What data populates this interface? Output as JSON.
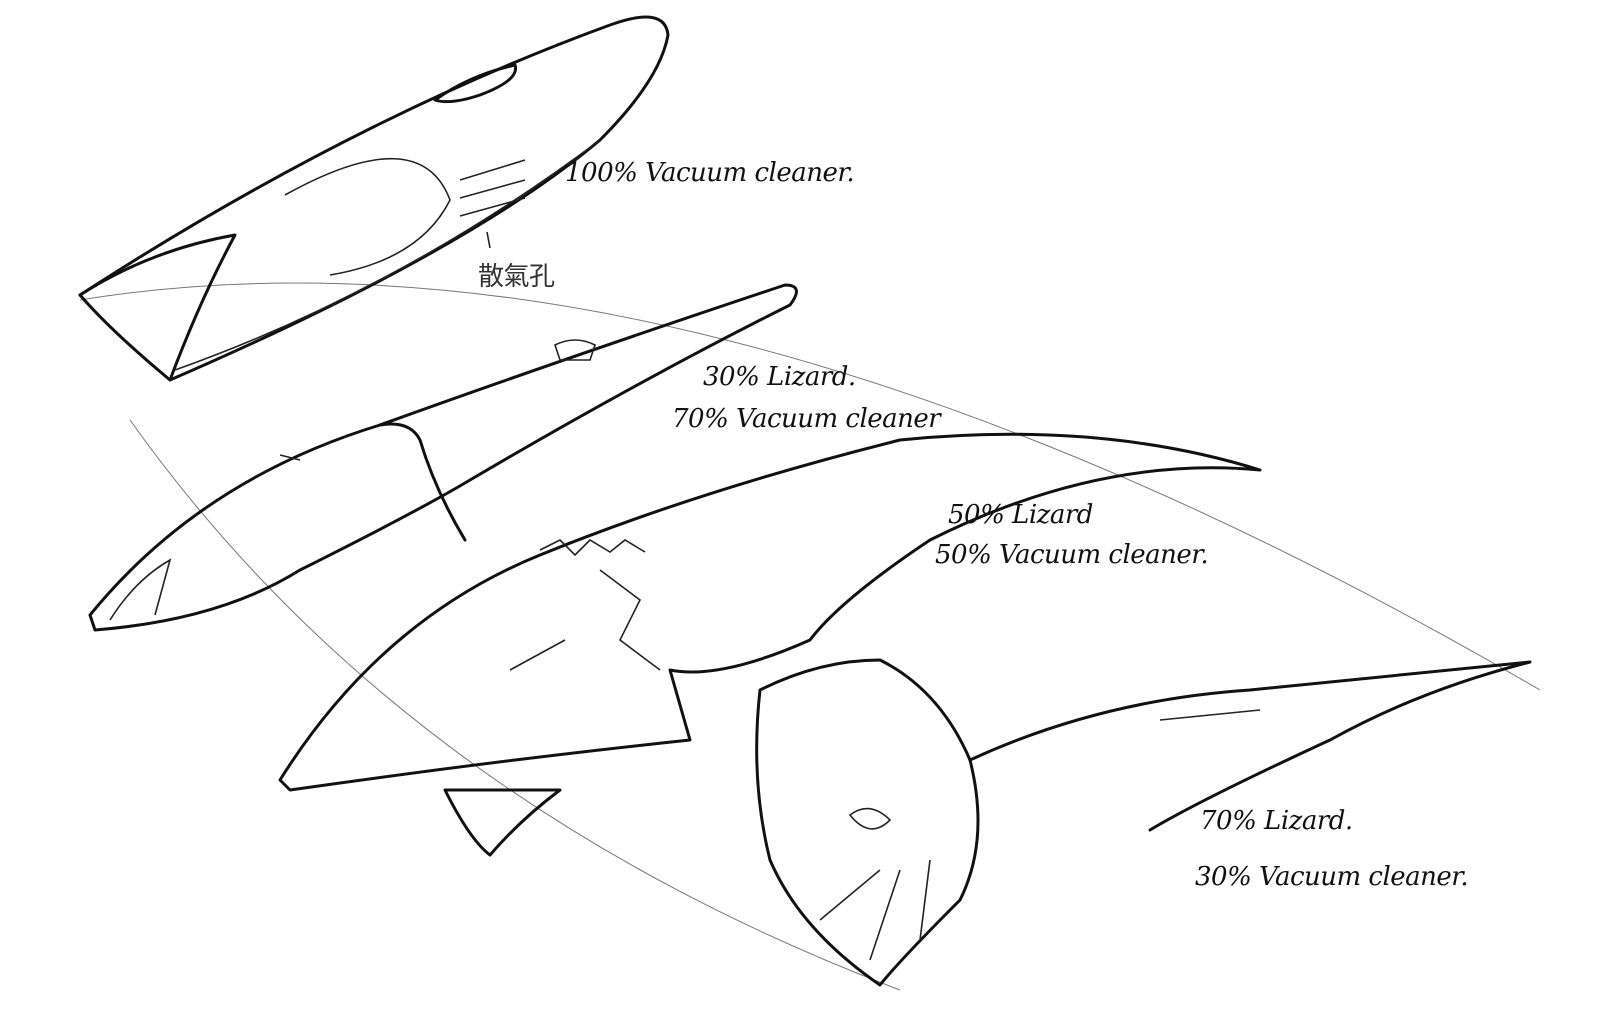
{
  "sketches": [
    {
      "label1": "100% Vacuum cleaner.",
      "note": "散氣孔"
    },
    {
      "label1": "30% Lizard.",
      "label2": "70% Vacuum cleaner"
    },
    {
      "label1": "50% Lizard",
      "label2": "50% Vacuum cleaner."
    },
    {
      "label1": "70% Lizard.",
      "label2": "30% Vacuum cleaner."
    }
  ],
  "colors": {
    "ink": "#111111",
    "paper": "#ffffff"
  }
}
